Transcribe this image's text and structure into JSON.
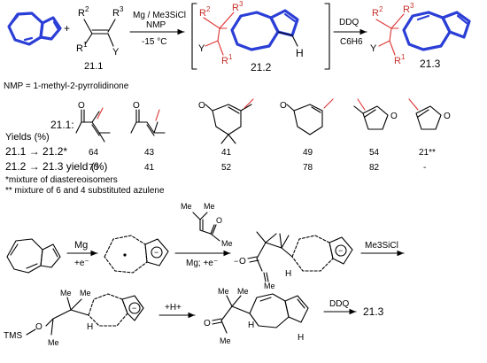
{
  "scheme": {
    "reagents": "Mg / Me3SiCl",
    "solvent": "NMP",
    "temperature": "-15 °C",
    "oxidant": "DDQ",
    "oxidant_solvent": "C6H6",
    "compound_labels": [
      "21.1",
      "21.2",
      "21.3"
    ],
    "substituents": {
      "r1": "R",
      "r2": "R",
      "r3": "R",
      "y": "Y",
      "h": "H"
    },
    "nmp_definition": "NMP = 1-methyl-2-pyrrolidinone"
  },
  "substrates": {
    "row_label": "21.1:",
    "yields_header": "Yields (%)",
    "row1_label": "21.1 → 21.2*",
    "row2_label": "21.2 → 21.3 yield (%)",
    "columns": [
      {
        "row1": "64",
        "row2": "70"
      },
      {
        "row1": "43",
        "row2": "41"
      },
      {
        "row1": "41",
        "row2": "52"
      },
      {
        "row1": "49",
        "row2": "78"
      },
      {
        "row1": "54",
        "row2": "82"
      },
      {
        "row1": "21**",
        "row2": "-"
      }
    ],
    "footnote1": "*mixture of diastereoisomers",
    "footnote2": "** mixture of 6 and 4 substituted azulene"
  },
  "mechanism": {
    "mg": "Mg",
    "e1": "+e⁻",
    "mg_e": "Mg; +e⁻",
    "tmscl": "Me3SiCl",
    "proton": "+H+",
    "ddq": "DDQ",
    "product": "21.3",
    "me": "Me",
    "tms": "TMS",
    "o": "O",
    "h": "H"
  },
  "colors": {
    "azulene": "#2b3ed6",
    "substituent": "#c8302a",
    "line": "#000000"
  }
}
